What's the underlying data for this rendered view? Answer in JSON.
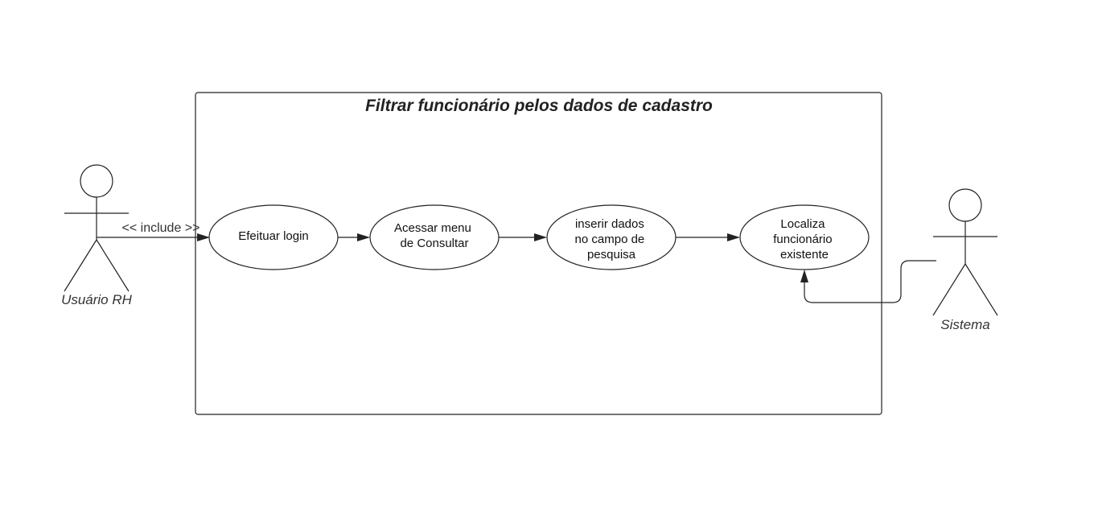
{
  "system_boundary": {
    "title": "Filtrar funcionário pelos dados de cadastro"
  },
  "actors": {
    "usuario_rh": {
      "label": "Usuário RH"
    },
    "sistema": {
      "label": "Sistema"
    }
  },
  "use_cases": {
    "efetuar_login": {
      "lines": [
        "Efeituar login"
      ]
    },
    "acessar_menu": {
      "lines": [
        "Acessar menu",
        "de Consultar"
      ]
    },
    "inserir_dados": {
      "lines": [
        "inserir dados",
        "no campo de",
        "pesquisa"
      ]
    },
    "localiza_funcionario": {
      "lines": [
        "Localiza",
        "funcionário",
        "existente"
      ]
    }
  },
  "relations": {
    "include_label": "<< include >>"
  },
  "colors": {
    "line": "#222222",
    "background": "#ffffff"
  }
}
